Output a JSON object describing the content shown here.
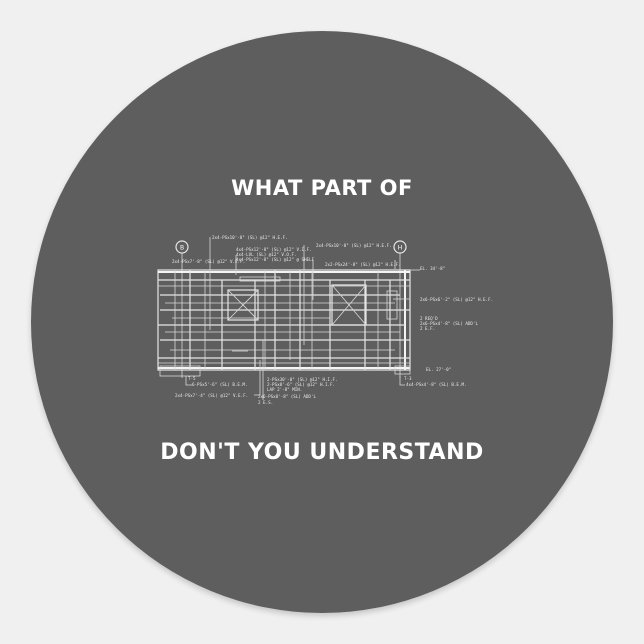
{
  "background_color": "#f0f0f0",
  "sticker": {
    "shape": "circle",
    "fill_color": "#5e5e5f",
    "text_color": "#ffffff",
    "top_text": "WHAT PART OF",
    "bottom_text": "DON'T YOU UNDERSTAND"
  },
  "drawing": {
    "type": "architectural framing elevation",
    "grid_markers": [
      "B",
      "H"
    ],
    "notes": {
      "n1": "2x4-PSx10'-8\" (SL) @12\" H.E.F.",
      "n2": "2x4-PSx7'-8\" (SL) @12\" V.E.F.",
      "n3": "4x4-PSx12'-8\" (SL) @12\" V.I.F.",
      "n4": "4x4-LVL (SL) @12\" V.O.F.",
      "n5": "4x4-PSx12'-8\" (SL) @12\" @ SHELF",
      "n6": "2x4-PSx10'-8\" (SL) @12\" H.E.F.",
      "n7": "2x2-PSx24'-8\" (SL) @12\" H.E.F.",
      "n8": "EL. 34'-8\"",
      "n9": "2x6-PSx6'-2\" (SL) @12\" H.E.F.",
      "n10": "2 REQ'D",
      "n11": "2x6-PSx4'-8\" (SL) ADD'L",
      "n12": "2 E.F.",
      "n13": "EL. 27'-0\"",
      "n14": "T-3",
      "n15": "4x4-PSx4'-8\" (SL) B.E.M.",
      "n16": "T-5",
      "n17": "6-PSx5'-6\" (SL) B.E.M.",
      "n18": "2x4-PSx7'-4\" (SL) @12\" V.E.F.",
      "n19": "2-PSx30'-0\" (SL) @12\" H.I.F.",
      "n20": "2-PSx8'-6\" (SL) @12\" H.I.F.",
      "n21": "LAP 2'-8\" MIN.",
      "n22": "2x6-PSx8'-8\" (SL) ADD'L",
      "n23": "2 E.S."
    }
  }
}
